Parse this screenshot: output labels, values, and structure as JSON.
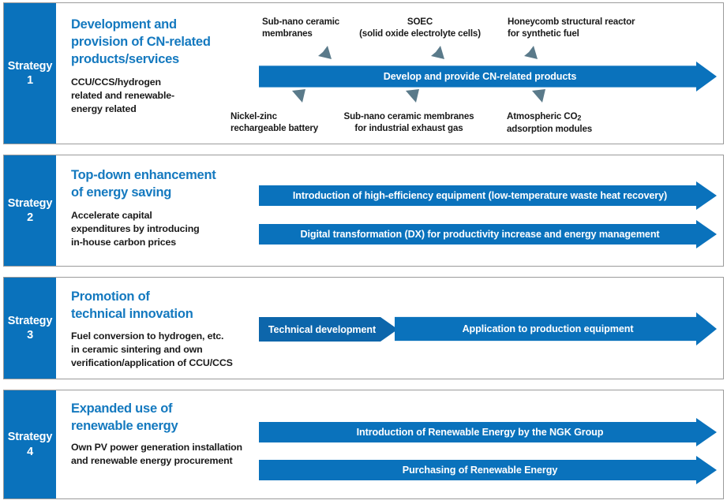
{
  "theme": {
    "brand_blue": "#0a72bc",
    "title_blue": "#1479bf",
    "chevron_blue": "#0d66ab",
    "pointer_gray": "#5a7a8a",
    "panel_border": "#9b9b9b",
    "text_dark": "#1a1a1a"
  },
  "strategies": [
    {
      "tab_label": "Strategy",
      "tab_number": "1",
      "title": "Development and provision of CN-related products/services",
      "subtitle": "CCU/CCS/hydrogen related and renewable-energy related",
      "arrows": [
        {
          "label": "Develop and provide CN-related products",
          "style": "right-point"
        }
      ],
      "callouts_top": [
        {
          "text": "Sub-nano ceramic membranes",
          "pointer": "arrow-down-right-icon"
        },
        {
          "text": "SOEC (solid oxide electrolyte cells)",
          "pointer": "arrow-down-right-icon"
        },
        {
          "text": "Honeycomb structural reactor for synthetic fuel",
          "pointer": "arrow-down-right-icon"
        }
      ],
      "callouts_bottom": [
        {
          "text": "Nickel-zinc rechargeable battery",
          "pointer": "arrow-up-right-icon"
        },
        {
          "text": "Sub-nano ceramic membranes for industrial exhaust gas",
          "pointer": "arrow-up-right-icon"
        },
        {
          "text": "Atmospheric CO2 adsorption modules",
          "pointer": "arrow-up-right-icon"
        }
      ]
    },
    {
      "tab_label": "Strategy",
      "tab_number": "2",
      "title": "Top-down enhancement of energy saving",
      "subtitle": "Accelerate capital expenditures by introducing in-house carbon prices",
      "arrows": [
        {
          "label": "Introduction of high-efficiency equipment (low-temperature waste heat recovery)",
          "style": "right-point"
        },
        {
          "label": "Digital transformation (DX) for productivity increase and energy management",
          "style": "right-point"
        }
      ]
    },
    {
      "tab_label": "Strategy",
      "tab_number": "3",
      "title": "Promotion of technical innovation",
      "subtitle": "Fuel conversion to hydrogen, etc. in ceramic sintering and own verification/application of CCU/CCS",
      "arrows": [
        {
          "label": "Technical development",
          "style": "chevron"
        },
        {
          "label": "Application to production equipment",
          "style": "right-point"
        }
      ]
    },
    {
      "tab_label": "Strategy",
      "tab_number": "4",
      "title": "Expanded use of renewable energy",
      "subtitle": "Own PV power generation installation and renewable energy procurement",
      "arrows": [
        {
          "label": "Introduction of Renewable Energy by the NGK Group",
          "style": "right-point"
        },
        {
          "label": "Purchasing of Renewable Energy",
          "style": "right-point"
        }
      ]
    }
  ],
  "callout_lines": {
    "subnano_l1": "Sub-nano ceramic",
    "subnano_l2": "membranes",
    "soec_l1": "SOEC",
    "soec_l2": "(solid oxide electrolyte cells)",
    "honeycomb_l1": "Honeycomb structural reactor",
    "honeycomb_l2": "for synthetic fuel",
    "nickel_l1": "Nickel-zinc",
    "nickel_l2": "rechargeable battery",
    "subnano2_l1": "Sub-nano ceramic membranes",
    "subnano2_l2": "for industrial exhaust gas",
    "atmos_l1_pre": "Atmospheric CO",
    "atmos_l1_sub": "2",
    "atmos_l2": "adsorption modules"
  },
  "title_lines": {
    "s1": [
      "Development and",
      "provision of CN-related",
      "products/services"
    ],
    "s2": [
      "Top-down enhancement",
      "of energy saving"
    ],
    "s3": [
      "Promotion of",
      "technical innovation"
    ],
    "s4": [
      "Expanded use of",
      "renewable energy"
    ]
  },
  "subtitle_lines": {
    "s1": [
      "CCU/CCS/hydrogen",
      "related and renewable-",
      "energy related"
    ],
    "s2": [
      "Accelerate capital",
      "expenditures by introducing",
      "in-house carbon prices"
    ],
    "s3": [
      "Fuel conversion to hydrogen, etc.",
      "in ceramic sintering and own",
      "verification/application of CCU/CCS"
    ],
    "s4": [
      "Own PV power generation installation",
      "and renewable energy procurement"
    ]
  }
}
